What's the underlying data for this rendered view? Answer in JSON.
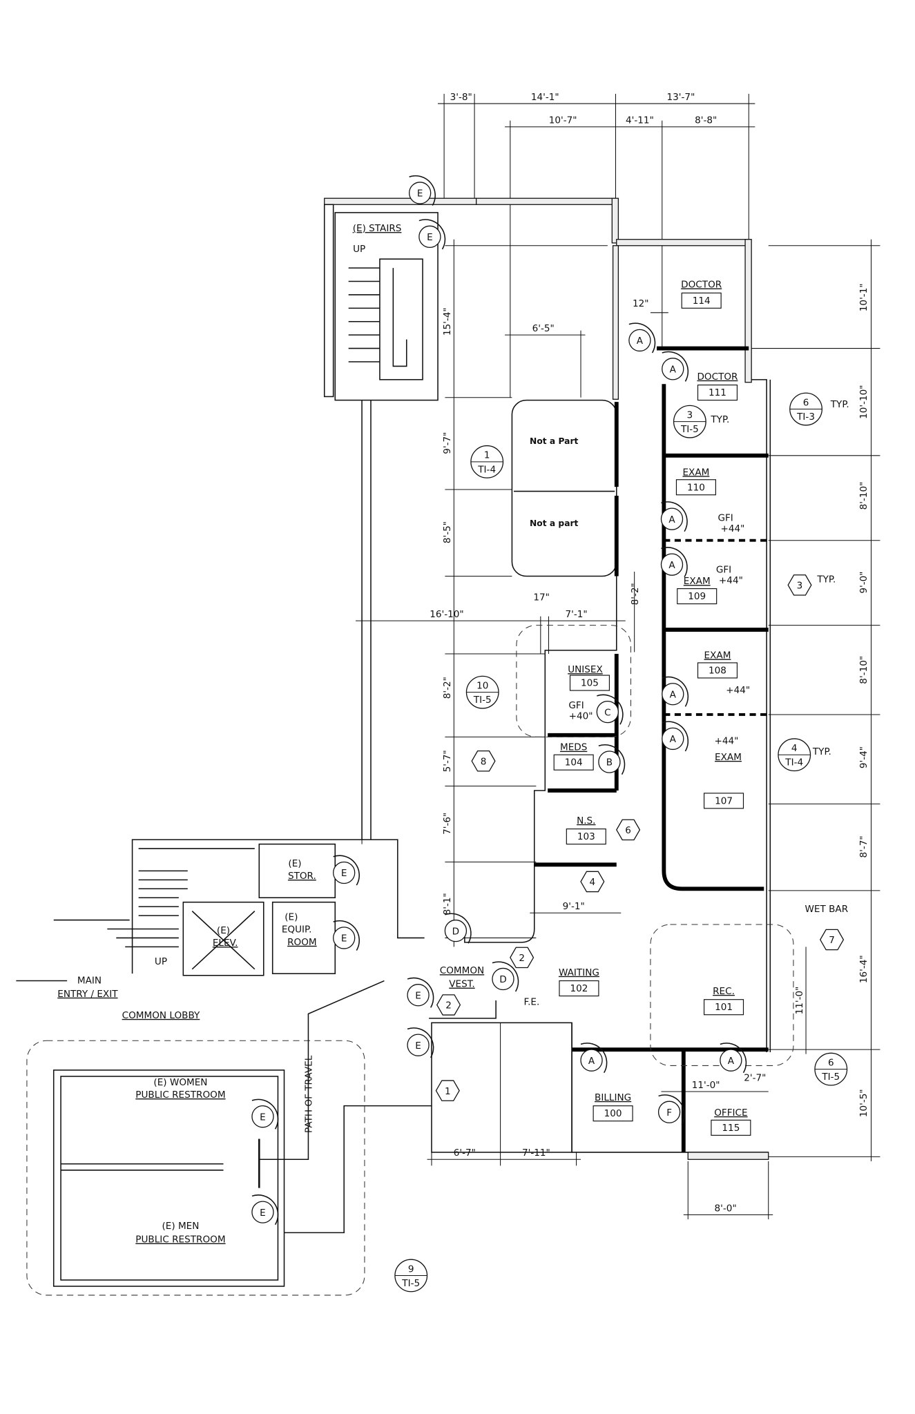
{
  "drawing": {
    "type": "architectural floor plan",
    "colors": {
      "lines": "#111111",
      "background": "#ffffff"
    }
  },
  "dimensions": {
    "top": [
      "3'-8\"",
      "14'-1\"",
      "13'-7\"",
      "10'-7\"",
      "4'-11\"",
      "8'-8\""
    ],
    "right": [
      "10'-1\"",
      "10'-10\"",
      "8'-10\"",
      "9'-0\"",
      "8'-10\"",
      "9'-4\"",
      "8'-7\"",
      "16'-4\"",
      "10'-5\""
    ],
    "left": [
      "15'-4\"",
      "9'-7\"",
      "8'-5\"",
      "8'-2\"",
      "5'-7\"",
      "7'-6\"",
      "8'-1\""
    ],
    "interior": [
      "6'-5\"",
      "12\"",
      "16'-10\"",
      "17\"",
      "7'-1\"",
      "8'-2\"",
      "9'-1\"",
      "6'-7\"",
      "7'-11\"",
      "11'-0\"",
      "11'-0\"",
      "2'-7\"",
      "8'-0\""
    ]
  },
  "rooms": [
    {
      "name": "DOCTOR",
      "number": "114"
    },
    {
      "name": "DOCTOR",
      "number": "111"
    },
    {
      "name": "EXAM",
      "number": "110"
    },
    {
      "name": "EXAM",
      "number": "109"
    },
    {
      "name": "EXAM",
      "number": "108"
    },
    {
      "name": "EXAM",
      "number": "107"
    },
    {
      "name": "UNISEX",
      "number": "105"
    },
    {
      "name": "MEDS",
      "number": "104"
    },
    {
      "name": "N.S.",
      "number": "103"
    },
    {
      "name": "WAITING",
      "number": "102"
    },
    {
      "name": "REC.",
      "number": "101"
    },
    {
      "name": "BILLING",
      "number": "100"
    },
    {
      "name": "OFFICE",
      "number": "115"
    }
  ],
  "labels": {
    "stairs": "(E) STAIRS",
    "up_1": "UP",
    "up_2": "UP",
    "stor_1": "(E)",
    "stor_2": "STOR.",
    "equip_1": "(E)",
    "equip_2": "EQUIP.",
    "equip_3": "ROOM",
    "elev_1": "(E)",
    "elev_2": "ELEV.",
    "main_entry_1": "MAIN",
    "main_entry_2": "ENTRY / EXIT",
    "common_lobby": "COMMON LOBBY",
    "common_vest_1": "COMMON",
    "common_vest_2": "VEST.",
    "women_1": "(E) WOMEN",
    "women_2": "PUBLIC RESTROOM",
    "men_1": "(E) MEN",
    "men_2": "PUBLIC RESTROOM",
    "path_of_travel": "PATH OF TRAVEL",
    "not_a_part_1": "Not a Part",
    "not_a_part_2": "Not a part",
    "wet_bar": "WET BAR",
    "fe": "F.E.",
    "gfi_1": "GFI",
    "gfi_1_h": "+44\"",
    "gfi_2": "GFI",
    "gfi_2_h": "+44\"",
    "gfi_3": "GFI",
    "gfi_3_h": "+40\"",
    "h_44_a": "+44\"",
    "h_44_b": "+44\"",
    "typ": "TYP."
  },
  "door_tags": [
    "E",
    "E",
    "A",
    "A",
    "A",
    "A",
    "A",
    "A",
    "B",
    "C",
    "D",
    "D",
    "E",
    "E",
    "E",
    "E",
    "E",
    "E",
    "A",
    "A",
    "F"
  ],
  "section_tags": [
    {
      "num": "1",
      "sheet": "TI-4"
    },
    {
      "num": "3",
      "sheet": "TI-5"
    },
    {
      "num": "6",
      "sheet": "TI-3"
    },
    {
      "num": "10",
      "sheet": "TI-5"
    },
    {
      "num": "4",
      "sheet": "TI-4"
    },
    {
      "num": "6",
      "sheet": "TI-5"
    },
    {
      "num": "9",
      "sheet": "TI-5"
    }
  ],
  "keynotes": [
    "8",
    "6",
    "4",
    "2",
    "2",
    "1",
    "3",
    "7"
  ]
}
